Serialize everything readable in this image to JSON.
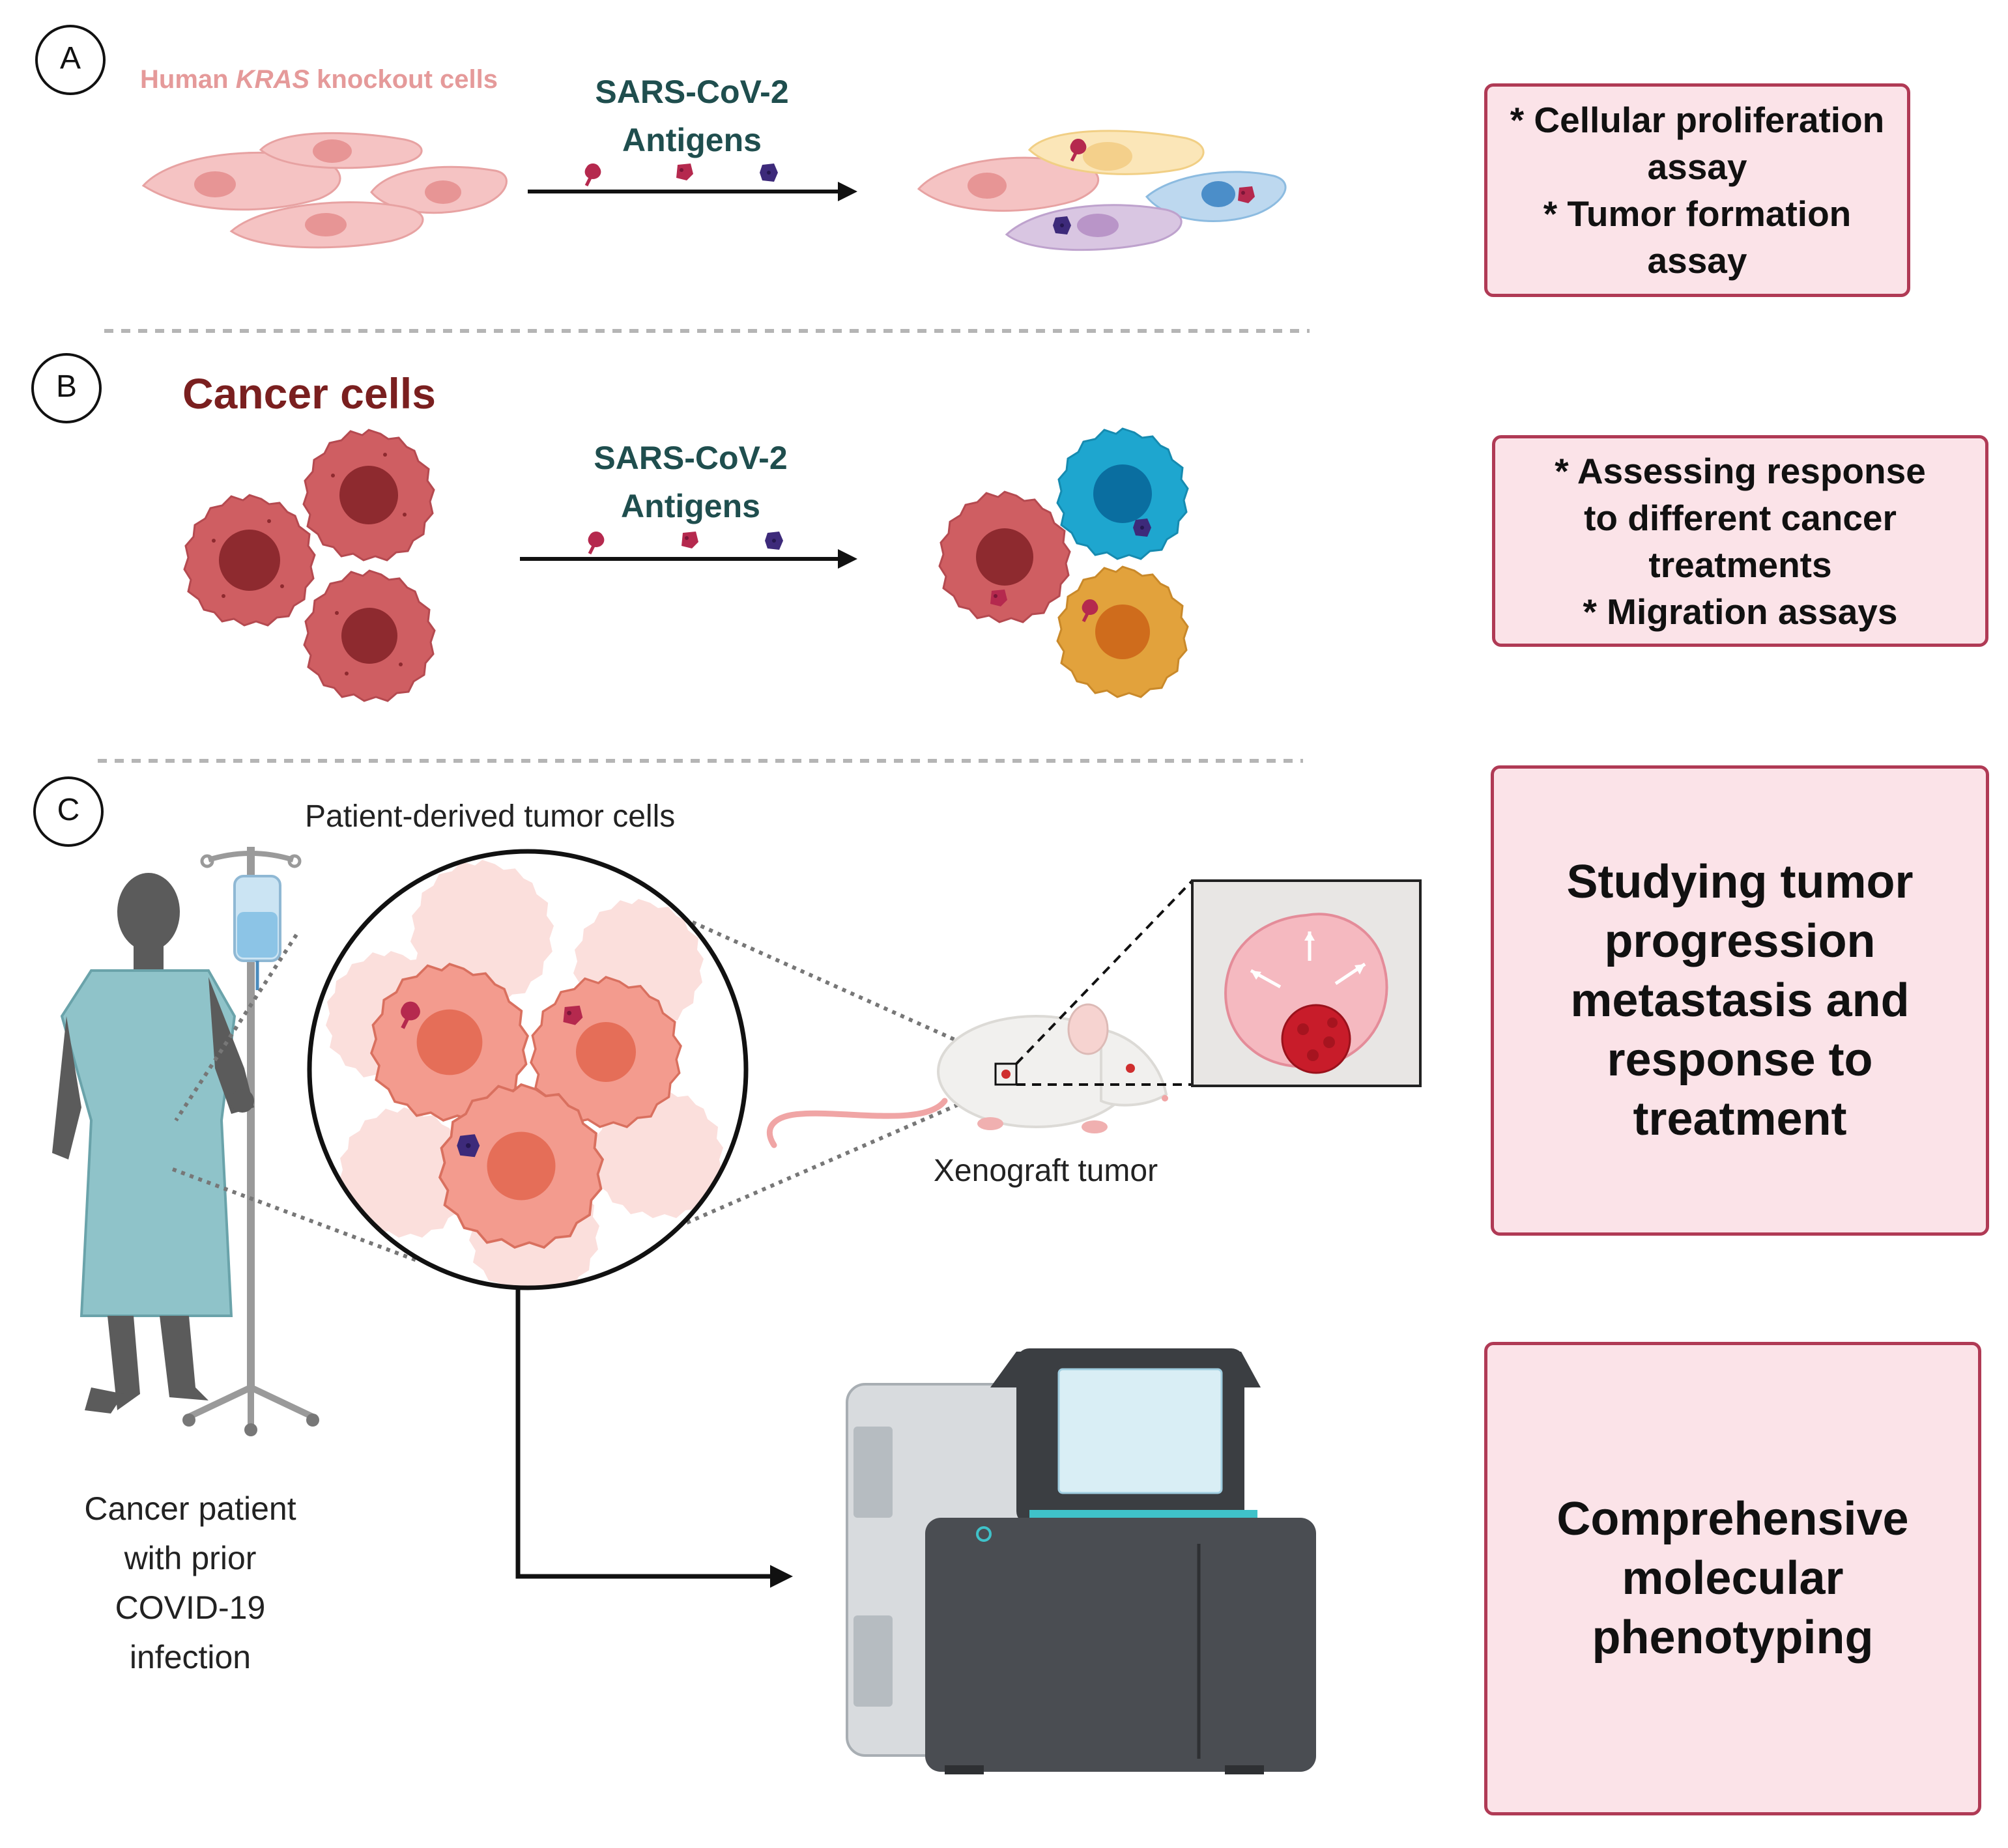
{
  "panel_a": {
    "label": "A",
    "cells_label_pre": "Human ",
    "cells_label_gene": "KRAS",
    "cells_label_post": " knockout cells",
    "arrow_label_line1": "SARS-CoV-2",
    "arrow_label_line2": "Antigens",
    "box_lines": [
      "* Cellular proliferation",
      "assay",
      "* Tumor formation",
      "assay"
    ]
  },
  "panel_b": {
    "label": "B",
    "title": "Cancer cells",
    "arrow_label_line1": "SARS-CoV-2",
    "arrow_label_line2": "Antigens",
    "box_lines": [
      "* Assessing response",
      "to different cancer",
      "treatments",
      "* Migration assays"
    ]
  },
  "panel_c": {
    "label": "C",
    "tumor_cells_label": "Patient-derived tumor cells",
    "xenograft_label": "Xenograft tumor",
    "patient_lines": [
      "Cancer patient",
      "with prior",
      "COVID-19",
      "infection"
    ],
    "box1_lines": [
      "Studying tumor",
      "progression",
      "metastasis and",
      "response to",
      "treatment"
    ],
    "box2_lines": [
      "Comprehensive",
      "molecular",
      "phenotyping"
    ]
  },
  "colors": {
    "box_border": "#b03a55",
    "box_fill": "#fbe3e8",
    "title_dark_red": "#7a1f1f",
    "antigen_label": "#1f4e4e",
    "kras_label": "#e59a9a"
  }
}
